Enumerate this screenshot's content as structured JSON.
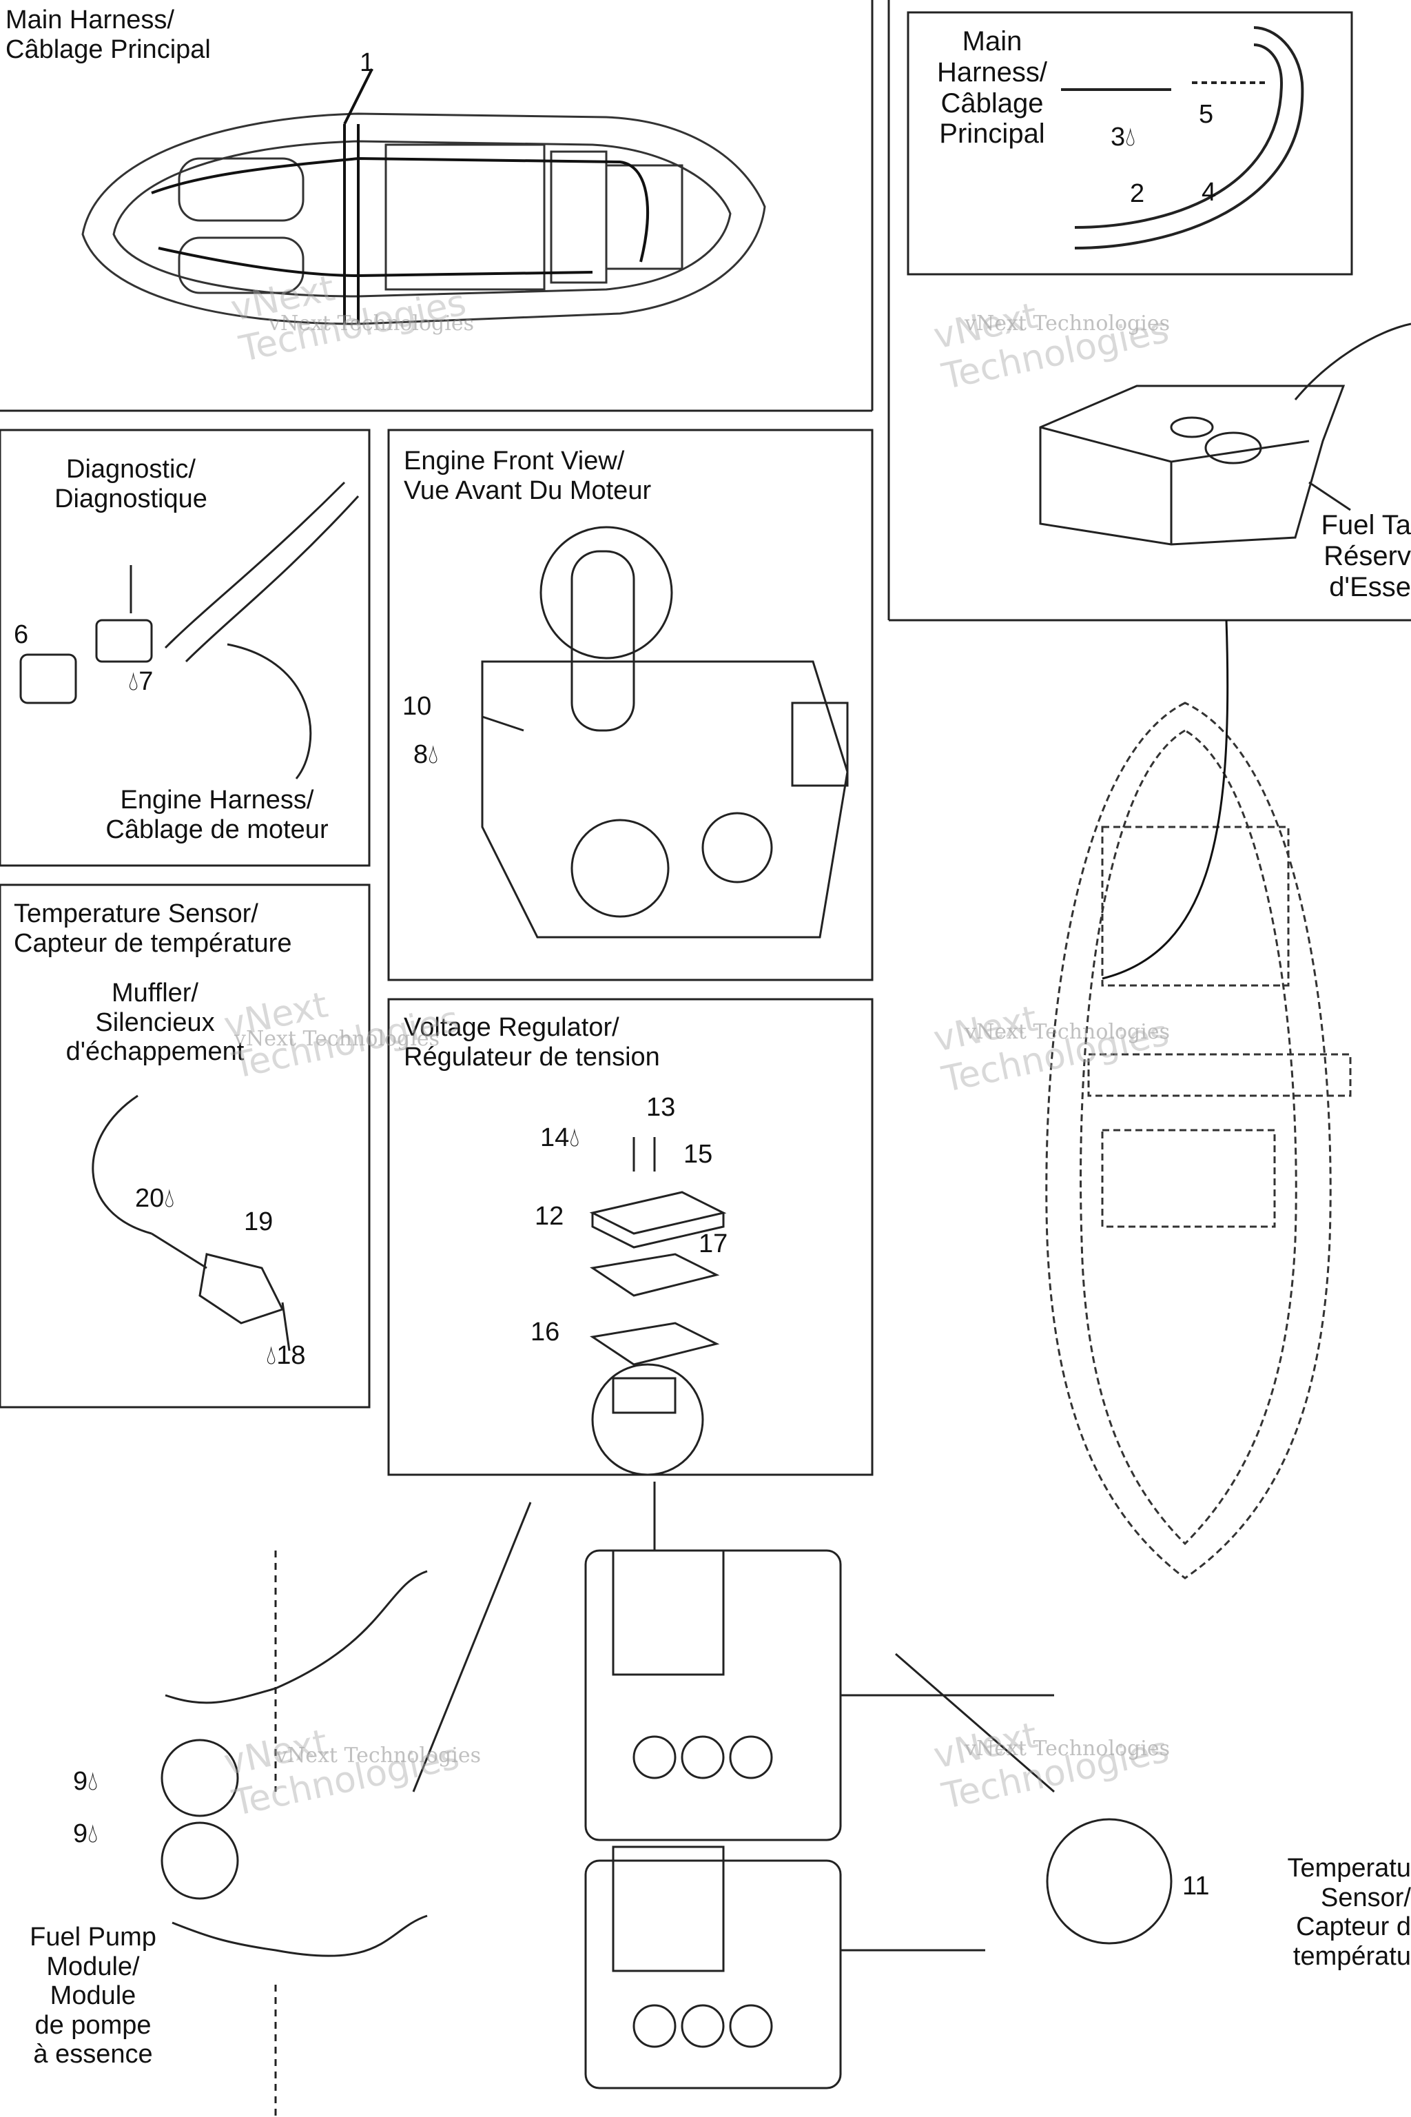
{
  "panels": {
    "main_harness": {
      "title": "Main Harness/\nCâblage Principal",
      "callouts": [
        "1"
      ]
    },
    "inset_harness": {
      "title": "Main\nHarness/\nCâblage\nPrincipal",
      "callouts": [
        "5",
        "3",
        "2",
        "4"
      ]
    },
    "fuel_tank": {
      "label": "Fuel Ta\nRéserv\nd'Esse"
    },
    "diagnostic": {
      "title": "Diagnostic/\nDiagnostique",
      "engine_harness": "Engine Harness/\nCâblage de moteur",
      "callouts": [
        "6",
        "7"
      ]
    },
    "engine_front": {
      "title": "Engine Front View/\nVue Avant Du Moteur",
      "callouts": [
        "10",
        "8"
      ]
    },
    "temp_sensor": {
      "title": "Temperature Sensor/\nCapteur de température",
      "muffler": "Muffler/\nSilencieux\nd'échappement",
      "callouts": [
        "20",
        "19",
        "18"
      ]
    },
    "voltage_regulator": {
      "title": "Voltage Regulator/\nRégulateur de tension",
      "callouts": [
        "13",
        "14",
        "15",
        "12",
        "17",
        "16"
      ]
    },
    "bottom": {
      "callouts": [
        "9",
        "9",
        "11"
      ],
      "fuel_pump": "Fuel Pump\nModule/\nModule\nde pompe\nà essence",
      "temp_sensor_right": "Temperatu\nSensor/\nCapteur d\ntempératu"
    }
  },
  "watermark": {
    "line1": "vNext Technologies",
    "line2": "vNext\nTechnologies"
  },
  "drop_icon": "drop-icon"
}
